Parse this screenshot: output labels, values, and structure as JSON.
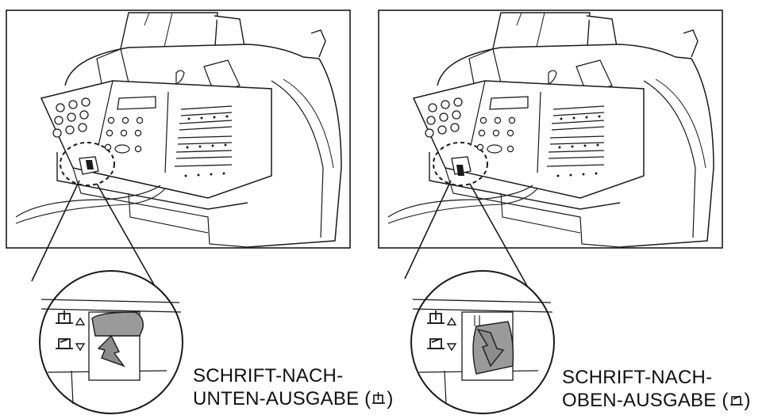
{
  "panels": [
    {
      "caption_line1": "SCHRIFT-NACH-",
      "caption_line2": "UNTEN-AUSGABE (",
      "caption_symbol": "face-down-output-icon",
      "caption_close": ")",
      "lever_position": "up"
    },
    {
      "caption_line1": "SCHRIFT-NACH-",
      "caption_line2": "OBEN-AUSGABE (",
      "caption_symbol": "face-up-output-icon",
      "caption_close": ")",
      "lever_position": "down"
    }
  ],
  "colors": {
    "line": "#1a1a1a",
    "lever_fill": "#9a9a9a",
    "arrow_fill": "#8c8c8c",
    "background": "#ffffff"
  }
}
